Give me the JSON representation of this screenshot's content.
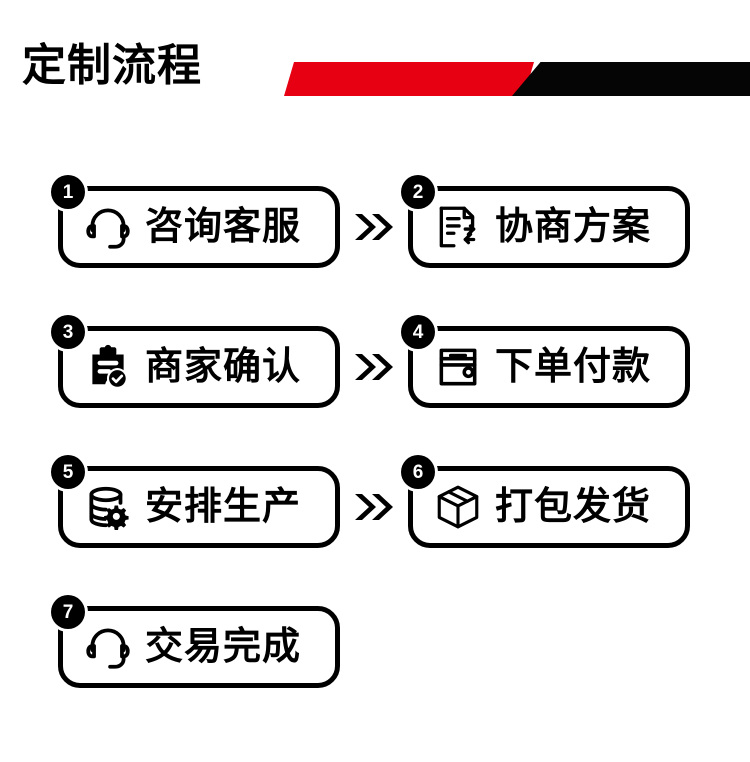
{
  "header": {
    "title": "定制流程",
    "banner": {
      "red_color": "#e60012",
      "black_color": "#050505"
    }
  },
  "steps": [
    {
      "number": "1",
      "label": "咨询客服",
      "icon": "headset-icon",
      "column": "left",
      "row": 1
    },
    {
      "number": "2",
      "label": "协商方案",
      "icon": "document-exchange-icon",
      "column": "right",
      "row": 1
    },
    {
      "number": "3",
      "label": "商家确认",
      "icon": "clipboard-check-icon",
      "column": "left",
      "row": 2
    },
    {
      "number": "4",
      "label": "下单付款",
      "icon": "wallet-icon",
      "column": "right",
      "row": 2
    },
    {
      "number": "5",
      "label": "安排生产",
      "icon": "database-gear-icon",
      "column": "left",
      "row": 3
    },
    {
      "number": "6",
      "label": "打包发货",
      "icon": "package-box-icon",
      "column": "right",
      "row": 3
    },
    {
      "number": "7",
      "label": "交易完成",
      "icon": "headset-icon",
      "column": "left",
      "row": 4
    }
  ],
  "separators": [
    {
      "icon": "double-chevron-right-icon",
      "row": 1
    },
    {
      "icon": "double-chevron-right-icon",
      "row": 2
    },
    {
      "icon": "double-chevron-right-icon",
      "row": 3
    }
  ],
  "colors": {
    "foreground": "#000000",
    "background": "#ffffff",
    "accent_red": "#e60012"
  }
}
